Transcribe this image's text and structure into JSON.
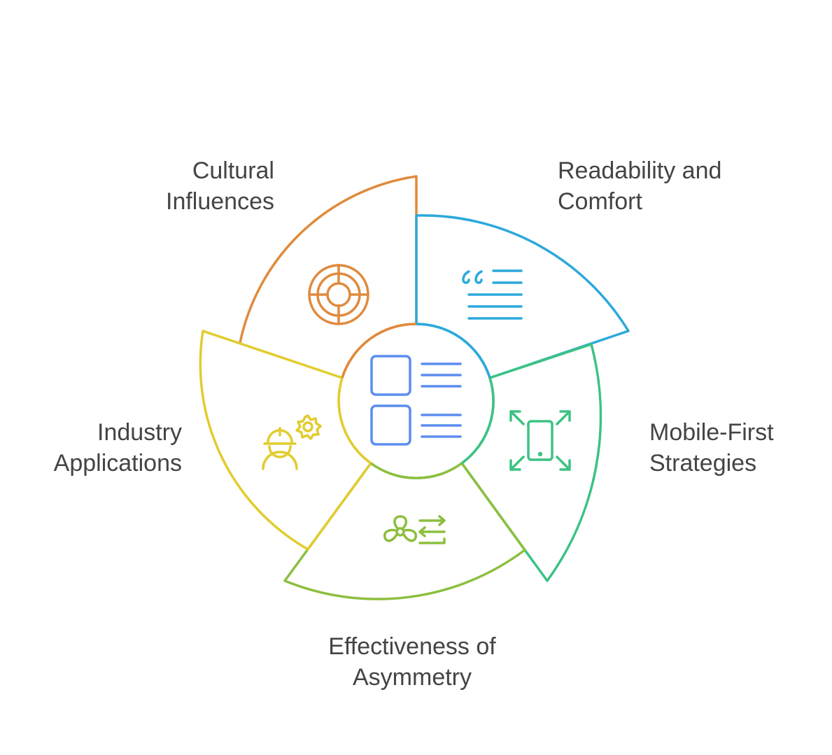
{
  "segments": [
    {
      "key": "cultural",
      "label_line1": "Cultural",
      "label_line2": "Influences",
      "icon": "maze-icon",
      "color": "#E08A3C"
    },
    {
      "key": "readability",
      "label_line1": "Readability and",
      "label_line2": "Comfort",
      "icon": "quote-text-icon",
      "color": "#2BA9DB"
    },
    {
      "key": "mobile",
      "label_line1": "Mobile-First",
      "label_line2": "Strategies",
      "icon": "mobile-expand-icon",
      "color": "#3CC283"
    },
    {
      "key": "asymmetry",
      "label_line1": "Effectiveness of",
      "label_line2": "Asymmetry",
      "icon": "propeller-arrows-icon",
      "color": "#8CBF3F"
    },
    {
      "key": "industry",
      "label_line1": "Industry",
      "label_line2": "Applications",
      "icon": "worker-gear-icon",
      "color": "#E2CC2E"
    }
  ],
  "center": {
    "icon": "layout-list-icon",
    "color": "#5B8DEF"
  }
}
